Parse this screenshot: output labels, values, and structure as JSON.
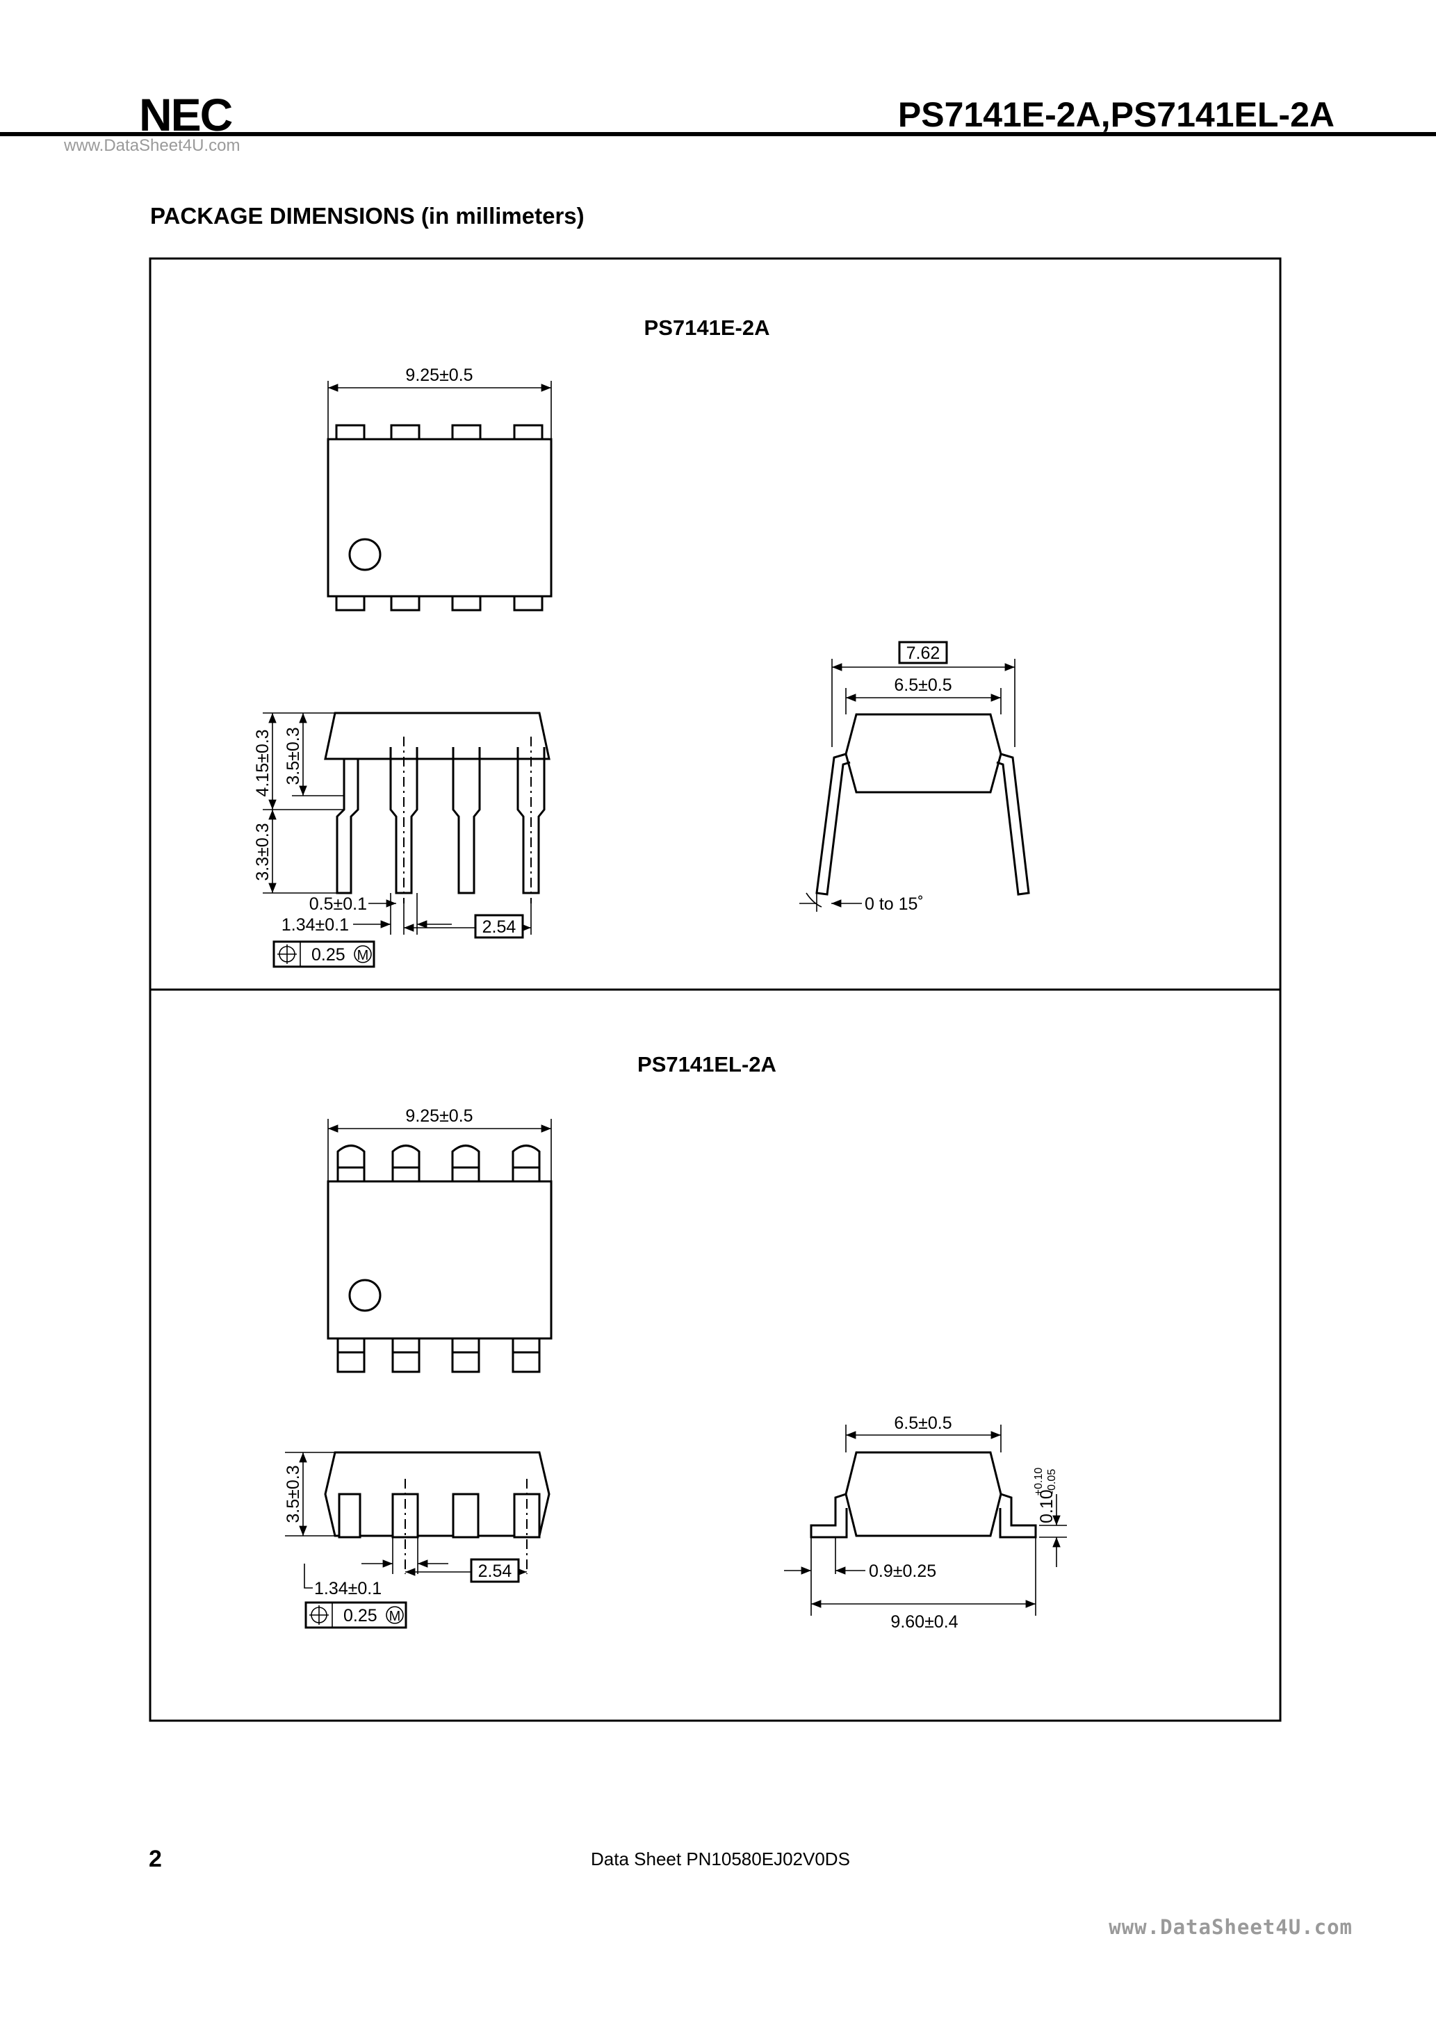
{
  "header": {
    "logo": "NEC",
    "document_id": "PS7141E-2A,PS7141EL-2A",
    "watermark": "www.DataSheet4U.com"
  },
  "section_title": "PACKAGE  DIMENSIONS (in millimeters)",
  "packages": [
    {
      "title": "PS7141E-2A",
      "dims": {
        "body_length": "9.25±0.5",
        "total_height": "4.15±0.3",
        "body_height": "3.5±0.3",
        "lead_length": "3.3±0.3",
        "lead_width": "0.5±0.1",
        "lead_shoulder": "1.34±0.1",
        "pitch": "2.54",
        "position_tolerance": "0.25",
        "row_spacing": "7.62",
        "body_width": "6.5±0.5",
        "lead_angle": "0 to 15˚"
      }
    },
    {
      "title": "PS7141EL-2A",
      "dims": {
        "body_length": "9.25±0.5",
        "body_height": "3.5±0.3",
        "lead_shoulder": "1.34±0.1",
        "pitch": "2.54",
        "position_tolerance": "0.25",
        "body_width": "6.5±0.5",
        "standoff": "0.10",
        "standoff_tol_plus": "+0.10",
        "standoff_tol_minus": "-0.05",
        "foot_length": "0.9±0.25",
        "overall_width": "9.60±0.4"
      }
    }
  ],
  "footer": {
    "page_number": "2",
    "reference": "Data Sheet  PN10580EJ02V0DS",
    "watermark": "www.DataSheet4U.com"
  }
}
